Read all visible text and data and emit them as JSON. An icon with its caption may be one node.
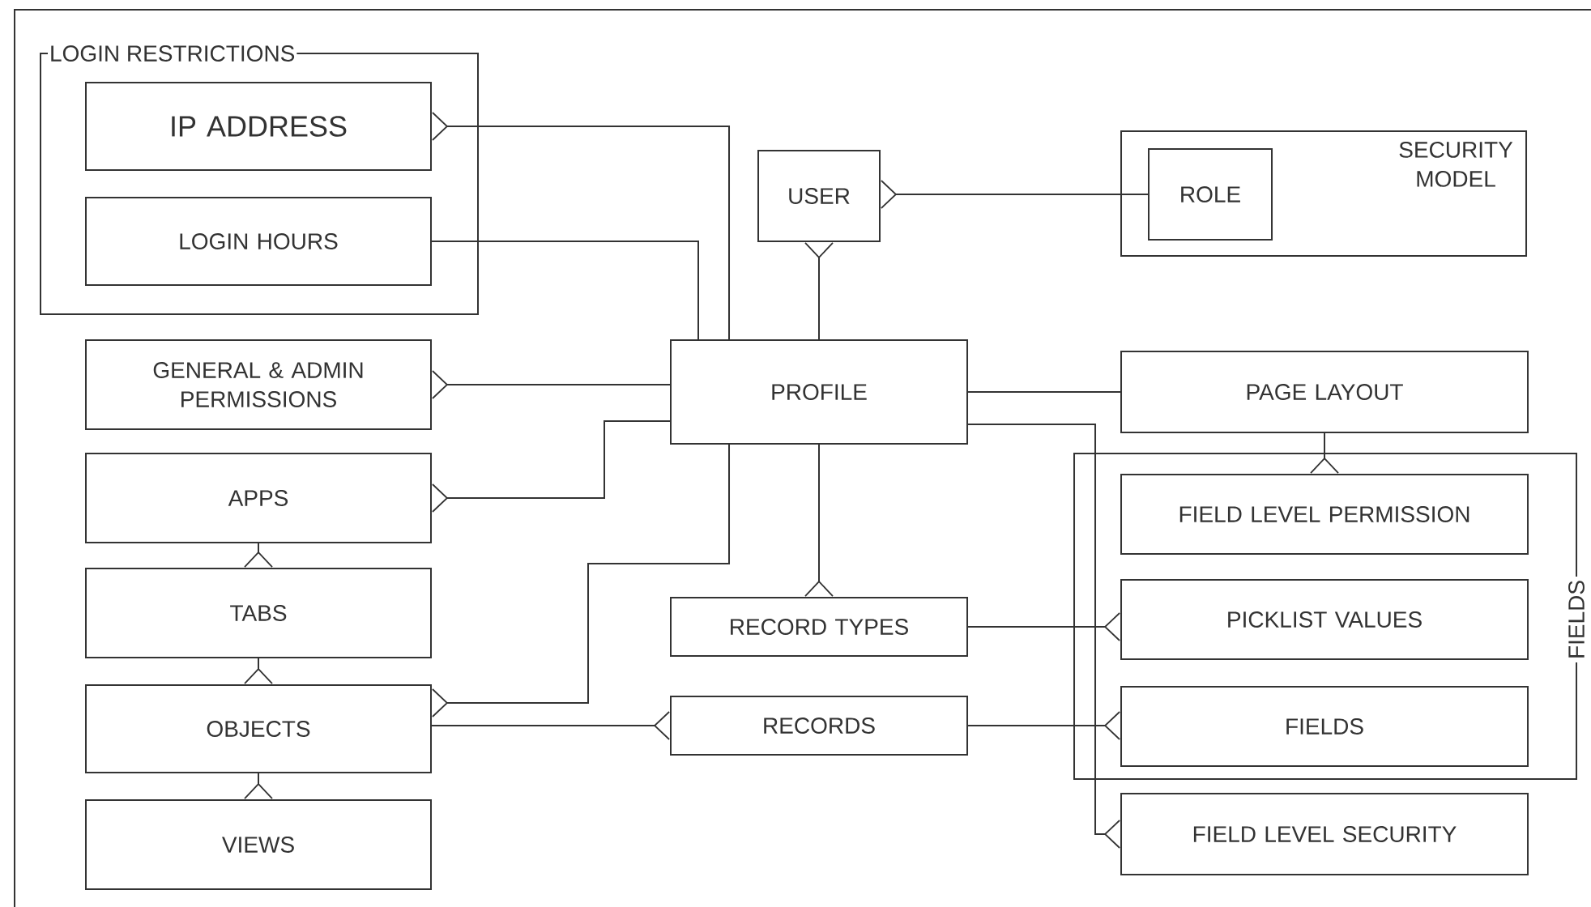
{
  "diagram": {
    "nodes": [
      {
        "text": [
          "LOGIN RESTRICTIONS"
        ]
      },
      {
        "text": [
          "IP ADDRESS"
        ],
        "in": 0
      },
      {
        "text": [
          "LOGIN HOURS"
        ],
        "in": 0
      },
      {
        "text": [
          "USER"
        ]
      },
      {
        "text": [
          "SECURITY MODEL"
        ]
      },
      {
        "text": [
          "ROLE"
        ],
        "in": 4
      },
      {
        "text": [
          "GENERAL & ADMIN PERMISSIONS"
        ]
      },
      {
        "text": [
          "PROFILE"
        ]
      },
      {
        "text": [
          "PAGE LAYOUT"
        ]
      },
      {
        "text": [
          "APPS"
        ]
      },
      {
        "text": [
          "FIELDS"
        ]
      },
      {
        "text": [
          "FIELD LEVEL PERMISSION"
        ],
        "in": 10
      },
      {
        "text": [
          "TABS"
        ]
      },
      {
        "text": [
          "RECORD TYPES"
        ]
      },
      {
        "text": [
          "PICKLIST VALUES"
        ],
        "in": 10
      },
      {
        "text": [
          "OBJECTS"
        ]
      },
      {
        "text": [
          "RECORDS"
        ]
      },
      {
        "text": [
          "FIELDS"
        ],
        "in": 10
      },
      {
        "text": [
          "VIEWS"
        ]
      },
      {
        "text": [
          "FIELD LEVEL SECURITY"
        ]
      }
    ],
    "edges": [
      {
        "from": 7,
        "to": 1,
        "arrow": "other"
      },
      {
        "from": 7,
        "to": 2,
        "arrow": "none"
      },
      {
        "from": 7,
        "to": 3,
        "arrow": "other"
      },
      {
        "from": 5,
        "to": 3,
        "arrow": "other"
      },
      {
        "from": 7,
        "to": 6,
        "arrow": "other"
      },
      {
        "from": 7,
        "to": 9,
        "arrow": "other"
      },
      {
        "from": 7,
        "to": 15,
        "arrow": "other"
      },
      {
        "from": 7,
        "to": 13,
        "arrow": "other"
      },
      {
        "from": 7,
        "to": 8,
        "arrow": "none"
      },
      {
        "from": 7,
        "to": 19,
        "arrow": "other"
      },
      {
        "from": 9,
        "to": 12,
        "arrow": "other"
      },
      {
        "from": 12,
        "to": 15,
        "arrow": "other"
      },
      {
        "from": 15,
        "to": 18,
        "arrow": "other"
      },
      {
        "from": 15,
        "to": 16,
        "arrow": "other"
      },
      {
        "from": 8,
        "to": 11,
        "arrow": "other"
      },
      {
        "from": 13,
        "to": 14,
        "arrow": "other"
      },
      {
        "from": 16,
        "to": 17,
        "arrow": "other"
      }
    ]
  }
}
